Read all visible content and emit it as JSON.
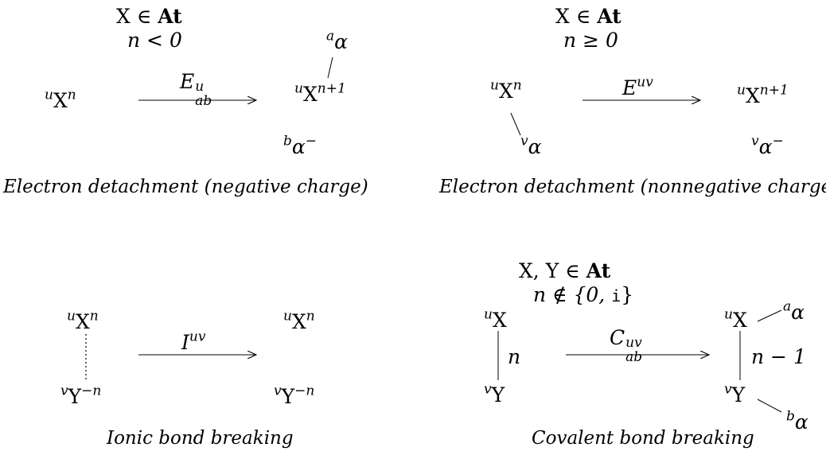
{
  "panels": {
    "detach_neg": {
      "cond1": "X ∈ At",
      "cond2": "n < 0",
      "left_atom": "X",
      "left_pre": "u",
      "left_sup": "n",
      "arrow_label": "E",
      "arrow_sup": "u",
      "arrow_sub": "ab",
      "right_atom": "X",
      "right_pre": "u",
      "right_sup": "n+1",
      "alpha_top_pre": "a",
      "alpha_bot_pre": "b",
      "alpha_bot_sup": "−",
      "alpha": "α",
      "caption": "Electron detachment (negative charge)"
    },
    "detach_nonneg": {
      "cond1": "X ∈ At",
      "cond2": "n ≥ 0",
      "left_atom": "X",
      "left_pre": "u",
      "left_sup": "n",
      "left_alpha_pre": "v",
      "arrow_label": "E",
      "arrow_sup": "uv",
      "right_atom": "X",
      "right_pre": "u",
      "right_sup": "n+1",
      "right_alpha_pre": "v",
      "right_alpha_sup": "−",
      "alpha": "α",
      "caption": "Electron detachment (nonnegative charge)"
    },
    "ionic": {
      "left_top_atom": "X",
      "left_top_pre": "u",
      "left_top_sup": "n",
      "left_bot_atom": "Y",
      "left_bot_pre": "v",
      "left_bot_sup": "−n",
      "arrow_label": "I",
      "arrow_sup": "uv",
      "right_top_atom": "X",
      "right_top_pre": "u",
      "right_top_sup": "n",
      "right_bot_atom": "Y",
      "right_bot_pre": "v",
      "right_bot_sup": "−n",
      "caption": "Ionic bond breaking"
    },
    "covalent": {
      "cond1": "X, Y ∈ At",
      "cond2_pre": "n ∉ {0, ",
      "cond2_mono": "i",
      "cond2_post": "}",
      "left_top_atom": "X",
      "left_top_pre": "u",
      "left_bot_atom": "Y",
      "left_bot_pre": "v",
      "left_bond": "n",
      "arrow_label": "C",
      "arrow_sup": "uv",
      "arrow_sub": "ab",
      "right_top_atom": "X",
      "right_top_pre": "u",
      "right_bot_atom": "Y",
      "right_bot_pre": "v",
      "right_bond": "n − 1",
      "alpha_top_pre": "a",
      "alpha_bot_pre": "b",
      "alpha": "α",
      "caption": "Covalent bond breaking"
    }
  }
}
